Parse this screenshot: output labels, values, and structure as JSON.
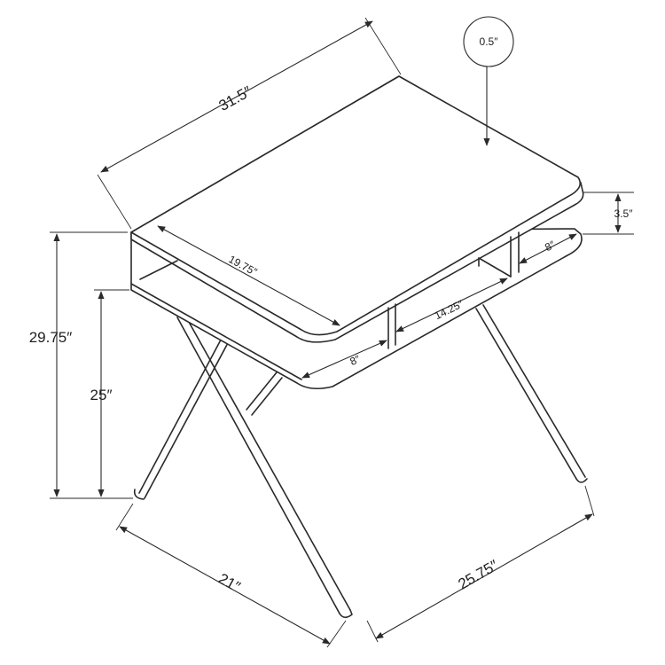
{
  "dimensions": {
    "width_top": "31.5″",
    "top_thickness": "0.5″",
    "shelf_height": "3.5″",
    "inner_width": "19.75″",
    "shelf_depth_right": "8″",
    "shelf_span": "14.25″",
    "shelf_depth_left": "8″",
    "total_height": "29.75″",
    "shelf_bottom_height": "25″",
    "base_depth": "21″",
    "base_width": "25.75″"
  }
}
